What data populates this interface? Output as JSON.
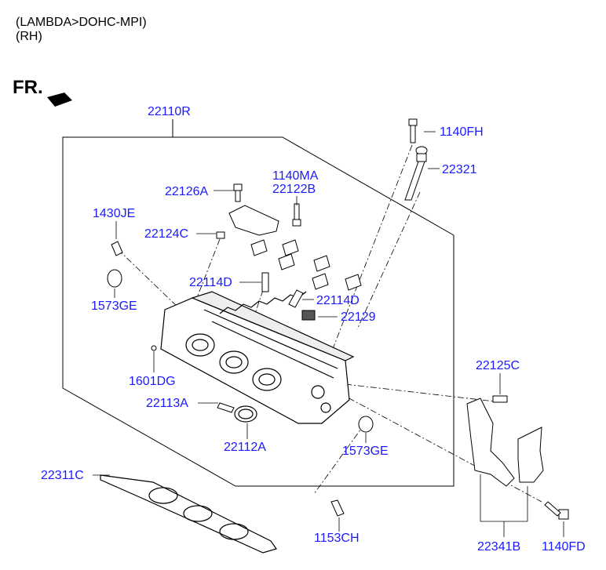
{
  "header": {
    "line1": "(LAMBDA>DOHC-MPI)",
    "line2": "(RH)",
    "front_marker": "FR."
  },
  "parts": {
    "p22110R": "22110R",
    "p1140FH": "1140FH",
    "p22321": "22321",
    "p1140MA": "1140MA",
    "p22122B": "22122B",
    "p22126A": "22126A",
    "p1430JE": "1430JE",
    "p22124C": "22124C",
    "p22114D_a": "22114D",
    "p22114D_b": "22114D",
    "p22129": "22129",
    "p1573GE_a": "1573GE",
    "p22125C": "22125C",
    "p1601DG": "1601DG",
    "p22113A": "22113A",
    "p22112A": "22112A",
    "p1573GE_b": "1573GE",
    "p22311C": "22311C",
    "p1153CH": "1153CH",
    "p22341B": "22341B",
    "p1140FD": "1140FD"
  },
  "colors": {
    "label": "#1a1aff",
    "line": "#000000"
  }
}
